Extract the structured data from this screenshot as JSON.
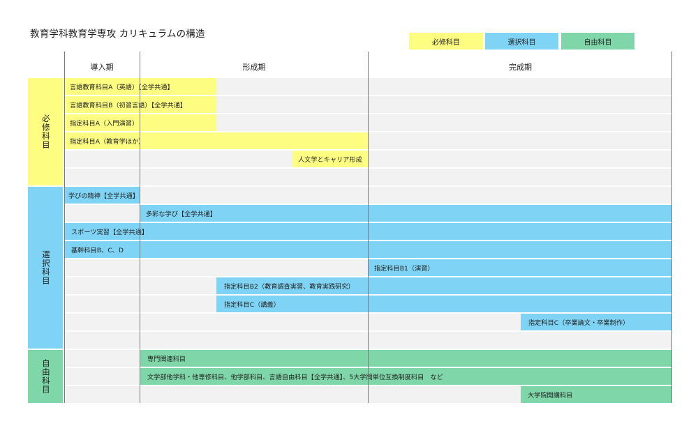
{
  "title": "教育学科教育学専攻 カリキュラムの構造",
  "colors": {
    "required": "#fdfd82",
    "elective": "#7fd3f4",
    "free": "#7fd6a8",
    "grid": "#f2f2f2",
    "divider": "#7a7a7a"
  },
  "legend": [
    {
      "label": "必修科目",
      "color": "required"
    },
    {
      "label": "選択科目",
      "color": "elective"
    },
    {
      "label": "自由科目",
      "color": "free"
    }
  ],
  "phases": [
    "導入期",
    "形成期",
    "完成期"
  ],
  "categories": [
    {
      "label": "必修科目",
      "color": "required"
    },
    {
      "label": "選択科目",
      "color": "elective"
    },
    {
      "label": "自由科目",
      "color": "free"
    }
  ],
  "courses": [
    {
      "label": "言語教育科目A（英語）【全学共通】",
      "category": "required"
    },
    {
      "label": "言語教育科目B（初習言語）【全学共通】",
      "category": "required"
    },
    {
      "label": "指定科目A（入門演習）",
      "category": "required"
    },
    {
      "label": "指定科目A（教育学ほか）",
      "category": "required"
    },
    {
      "label": "人文学とキャリア形成",
      "category": "required"
    },
    {
      "label": "学びの精神【全学共通】",
      "category": "elective"
    },
    {
      "label": "多彩な学び【全学共通】",
      "category": "elective"
    },
    {
      "label": "スポーツ実習【全学共通】",
      "category": "elective"
    },
    {
      "label": "基幹科目B、C、D",
      "category": "elective"
    },
    {
      "label": "指定科目B1（演習）",
      "category": "elective"
    },
    {
      "label": "指定科目B2（教育調査実習、教育実践研究）",
      "category": "elective"
    },
    {
      "label": "指定科目C（講義）",
      "category": "elective"
    },
    {
      "label": "指定科目C（卒業論文・卒業制作）",
      "category": "elective"
    },
    {
      "label": "専門関連科目",
      "category": "free"
    },
    {
      "label": "文学部他学科・他専修科目、他学部科目、言語自由科目【全学共通】、5大学間単位互換制度科目　など",
      "category": "free"
    },
    {
      "label": "大学院開講科目",
      "category": "free"
    }
  ]
}
